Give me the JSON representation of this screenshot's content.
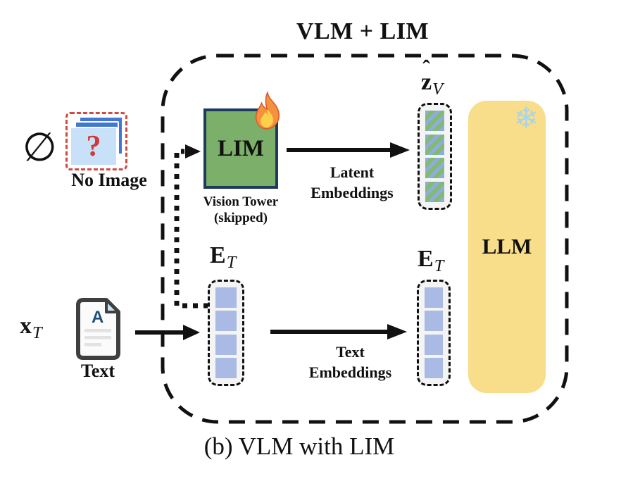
{
  "title": "VLM + LIM",
  "caption": "(b) VLM with LIM",
  "no_image": {
    "empty_set_symbol": "∅",
    "question_mark": "?",
    "label": "No Image"
  },
  "text_input": {
    "symbol_base": "x",
    "symbol_sub": "T",
    "doc_letter": "A",
    "label": "Text"
  },
  "lim_box": {
    "label": "LIM",
    "sublabel_line1": "Vision Tower",
    "sublabel_line2": "(skipped)"
  },
  "llm_box": {
    "label": "LLM",
    "snowflake_icon": "❄"
  },
  "latent_embeddings": {
    "label_line1": "Latent",
    "label_line2": "Embeddings",
    "symbol_hat": "ˆ",
    "symbol_base": "z",
    "symbol_sub": "V",
    "cell_count": 4
  },
  "text_embeddings": {
    "label_line1": "Text",
    "label_line2": "Embeddings",
    "symbol_base": "E",
    "symbol_sub": "T",
    "mid_cell_count": 4,
    "right_cell_count": 4
  },
  "colors": {
    "lim_box_fill": "#7CAF6A",
    "lim_box_border": "#1E3A5C",
    "llm_box_fill": "#F8DD8A",
    "text_cell_fill": "#A9BAE4",
    "latent_cell_green": "#80BB72",
    "latent_cell_stripe": "#92ABDF",
    "no_image_border": "#CC4B42",
    "question_mark_red": "#CF3B35",
    "image_stack_blue": "#4377D6",
    "image_stack_front": "#C9E1F8",
    "snowflake_blue": "#A8D4EE",
    "wire_black": "#111111"
  }
}
